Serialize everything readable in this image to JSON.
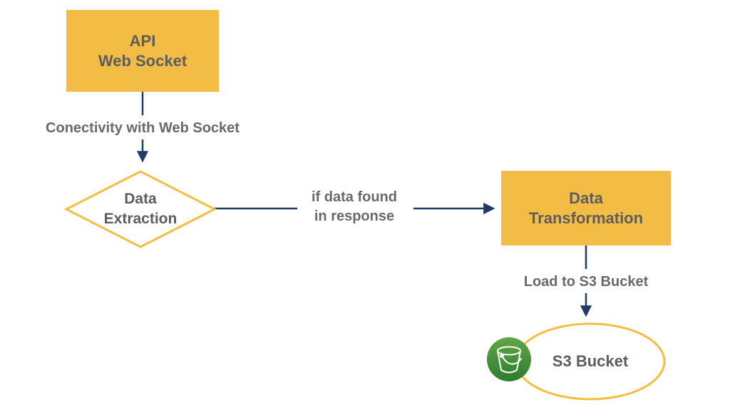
{
  "diagram": {
    "type": "flowchart",
    "background": "#ffffff",
    "colors": {
      "node_fill": "#F3BC45",
      "shape_stroke": "#F6BE40",
      "arrow": "#1F3A66",
      "node_text": "#5D5D5D",
      "label_text": "#696969",
      "bucket_green_top": "#62A744",
      "bucket_green_bottom": "#2C7C31",
      "bucket_icon_stroke": "#FFFFFF"
    },
    "nodes": {
      "api_web_socket": {
        "shape": "rectangle",
        "label": "API\nWeb Socket"
      },
      "data_extraction": {
        "shape": "diamond",
        "label": "Data\nExtraction"
      },
      "data_transformation": {
        "shape": "rectangle",
        "label": "Data\nTransformation"
      },
      "s3_bucket": {
        "shape": "ellipse",
        "label": "S3 Bucket",
        "icon": "bucket-icon"
      }
    },
    "edges": {
      "api_to_extraction": {
        "from": "api_web_socket",
        "to": "data_extraction",
        "label": "Conectivity with Web Socket"
      },
      "extraction_to_transformation": {
        "from": "data_extraction",
        "to": "data_transformation",
        "label": "if data found\nin response"
      },
      "transformation_to_s3": {
        "from": "data_transformation",
        "to": "s3_bucket",
        "label": "Load to S3 Bucket"
      }
    }
  }
}
